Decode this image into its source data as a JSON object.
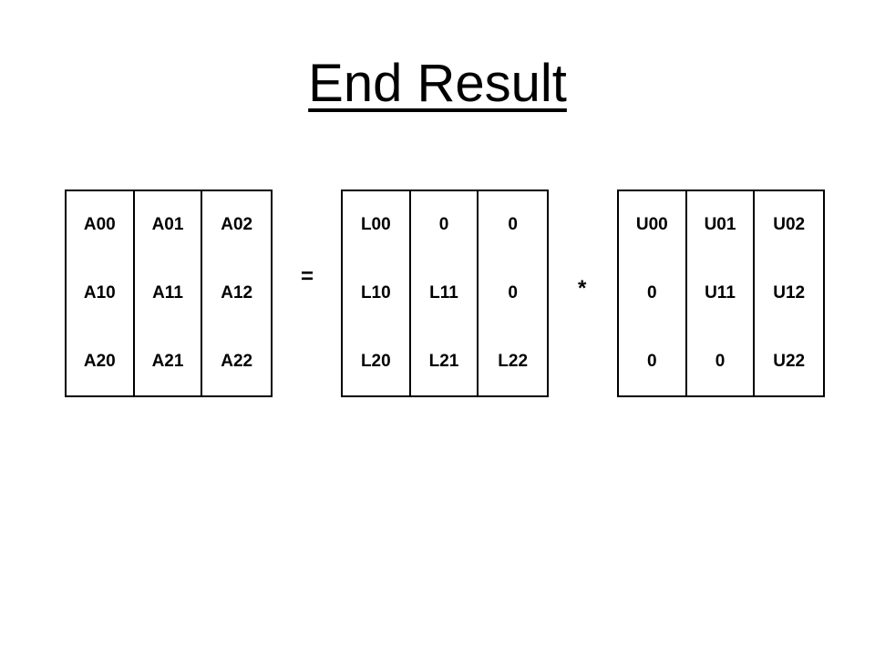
{
  "title": "End Result",
  "matrices": {
    "a": [
      [
        "A00",
        "A01",
        "A02"
      ],
      [
        "A10",
        "A11",
        "A12"
      ],
      [
        "A20",
        "A21",
        "A22"
      ]
    ],
    "l": [
      [
        "L00",
        "0",
        "0"
      ],
      [
        "L10",
        "L11",
        "0"
      ],
      [
        "L20",
        "L21",
        "L22"
      ]
    ],
    "u": [
      [
        "U00",
        "U01",
        "U02"
      ],
      [
        "0",
        "U11",
        "U12"
      ],
      [
        "0",
        "0",
        "U22"
      ]
    ]
  },
  "operators": {
    "equals": "=",
    "times": "*"
  }
}
